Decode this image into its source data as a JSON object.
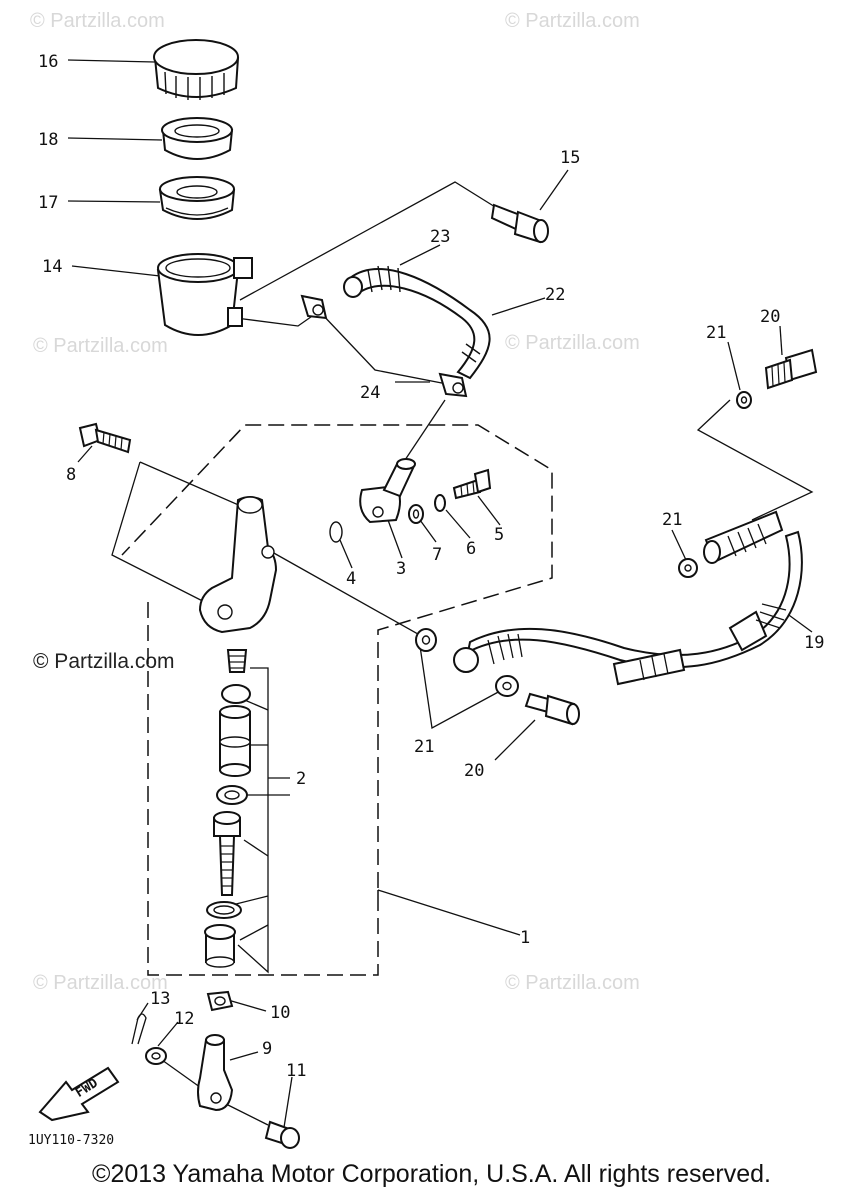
{
  "watermarks": {
    "wm_top_left": "© Partzilla.com",
    "wm_top_right": "© Partzilla.com",
    "wm_mid_left": "© Partzilla.com",
    "wm_mid_right": "© Partzilla.com",
    "wm_center_left": "© Partzilla.com",
    "wm_bottom_left": "© Partzilla.com",
    "wm_bottom_right": "© Partzilla.com"
  },
  "callouts": {
    "c1": "1",
    "c2": "2",
    "c3": "3",
    "c4": "4",
    "c5": "5",
    "c6": "6",
    "c7": "7",
    "c8": "8",
    "c9": "9",
    "c10": "10",
    "c11": "11",
    "c12": "12",
    "c13": "13",
    "c14": "14",
    "c15": "15",
    "c16": "16",
    "c17": "17",
    "c18": "18",
    "c19": "19",
    "c20a": "20",
    "c20b": "20",
    "c21a": "21",
    "c21b": "21",
    "c21c": "21",
    "c22": "22",
    "c23": "23",
    "c24": "24"
  },
  "fwd_label": "FWD",
  "diagram_code": "1UY110-7320",
  "copyright": "©2013 Yamaha Motor Corporation, U.S.A. All rights reserved."
}
